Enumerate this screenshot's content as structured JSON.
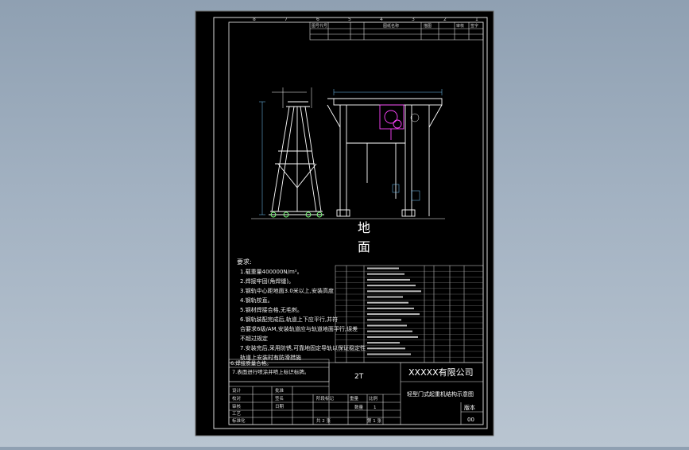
{
  "drawing": {
    "notes_title": "要求:",
    "notes": [
      "1.载重量400000N/m²。",
      "2.焊接牢固(角焊缝)。",
      "3.钢轨中心距地面3.0米以上,安装高度",
      "4.钢轨校直。",
      "5.钢材焊接合格,无毛刺。",
      "6.钢轨装配完成后,轨道上下应平行,并符",
      "合要求6级/AM,安装轨道应与轨道地面平行,误差",
      "不超过规定",
      "7.安装完后,采用防锈,可靠地固定导轨以保证稳定性",
      "轨道上安装时有防滑措施"
    ],
    "ground_label_1": "地",
    "ground_label_2": "面",
    "title_block": {
      "company": "XXXXX有限公司",
      "drawing_title": "轻型门式起重机结构示意图",
      "scale_label": "比例",
      "scale_value": "1",
      "sheet_code": "2T",
      "revision_label": "版本",
      "revision_value": "00",
      "sheet_total": "共 2 张",
      "sheet_no": "第 1 张",
      "weight_label": "重量",
      "quantity_label": "数量",
      "stage_label": "阶段标记",
      "roles": [
        "设计",
        "校对",
        "审核",
        "工艺",
        "标准化",
        "批准"
      ],
      "signature_label": "签名",
      "date_label": "日期"
    },
    "top_table_headers": [
      "图号代号",
      "图纸名称",
      "描图",
      "审核",
      "签字"
    ],
    "change_notes": [
      "6.焊接质量合格。",
      "7.表面进行喷涂并喷上标识标牌。"
    ],
    "border_numbers_top": [
      "8",
      "7",
      "6",
      "5",
      "4",
      "3",
      "2",
      "1"
    ]
  }
}
